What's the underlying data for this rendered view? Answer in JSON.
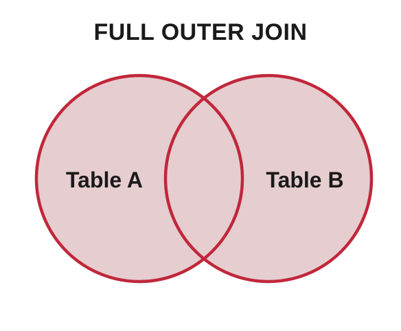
{
  "diagram": {
    "title": "FULL OUTER JOIN",
    "sets": [
      {
        "label": "Table A"
      },
      {
        "label": "Table B"
      }
    ],
    "colors": {
      "stroke": "#c0273a",
      "fill": "#e6cdd0",
      "text": "#1a1a1a",
      "background": "#ffffff"
    }
  }
}
